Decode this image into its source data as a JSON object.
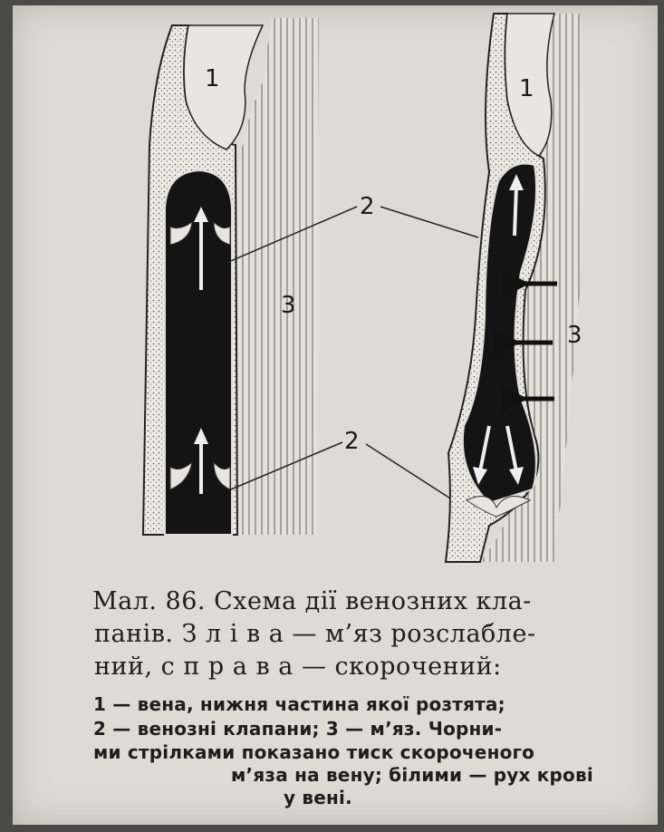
{
  "figure": {
    "left_panel": {
      "label_vein": "1",
      "label_valves_top": "2",
      "label_valves_bottom": "2",
      "label_muscle": "3"
    },
    "right_panel": {
      "label_vein": "1",
      "label_muscle": "3"
    }
  },
  "caption": {
    "line1": "Мал. 86. Схема  дії  венозних кла-",
    "line2": "панів.  З л і в а — м’яз  розслабле-",
    "line3": "ний,  с п р а в а — скорочений:",
    "line4": "1 — вена, нижня  частина  якої розтята;",
    "line5": "2 — венозні клапани; 3 — м’яз.   Чорни-",
    "line6": "ми стрілками показано тиск скороченого",
    "line7": "м’яза на вену; білими — рух крові",
    "line8": "у вені."
  }
}
